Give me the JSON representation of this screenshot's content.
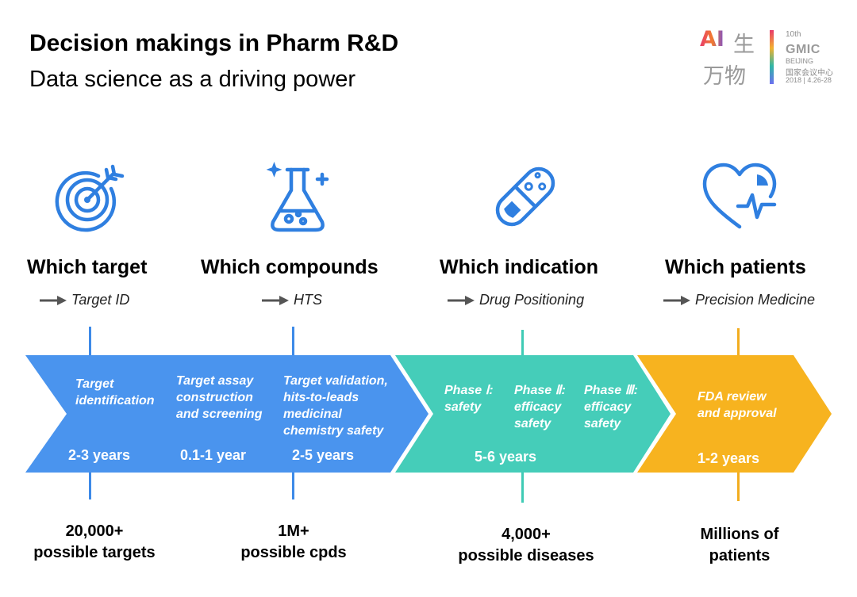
{
  "header": {
    "title": "Decision makings in Pharm R&D",
    "subtitle": "Data science as a driving power"
  },
  "logo": {
    "ai": "AI",
    "cn_top": "生",
    "cn_bottom": "万物",
    "edition": "10th",
    "gmic": "GMIC",
    "city": "BEIJING",
    "venue": "国家会议中心",
    "date": "2018 | 4.26-28"
  },
  "stages": [
    {
      "title": "Which target",
      "sub": "Target ID",
      "icon": "target-icon"
    },
    {
      "title": "Which compounds",
      "sub": "HTS",
      "icon": "flask-icon"
    },
    {
      "title": "Which indication",
      "sub": "Drug Positioning",
      "icon": "capsule-icon"
    },
    {
      "title": "Which patients",
      "sub": "Precision Medicine",
      "icon": "heart-icon"
    }
  ],
  "chevrons": {
    "discovery": {
      "color": "#4a94ee",
      "steps": [
        {
          "label": [
            "Target",
            "identification"
          ],
          "duration": "2-3 years"
        },
        {
          "label": [
            "Target assay",
            "construction",
            "and screening"
          ],
          "duration": "0.1-1 year"
        },
        {
          "label": [
            "Target validation,",
            "hits-to-leads",
            "medicinal",
            "chemistry safety"
          ],
          "duration": "2-5 years"
        }
      ]
    },
    "clinical": {
      "color": "#45cdb9",
      "steps": [
        {
          "label": [
            "Phase Ⅰ:",
            "safety"
          ]
        },
        {
          "label": [
            "Phase Ⅱ:",
            "efficacy",
            "safety"
          ]
        },
        {
          "label": [
            "Phase Ⅲ:",
            "efficacy",
            "safety"
          ]
        }
      ],
      "duration": "5-6 years"
    },
    "approval": {
      "color": "#f7b31f",
      "label": [
        "FDA review",
        "and approval"
      ],
      "duration": "1-2 years"
    }
  },
  "bottom": [
    {
      "line1": "20,000+",
      "line2": "possible targets"
    },
    {
      "line1": "1M+",
      "line2": "possible cpds"
    },
    {
      "line1": "4,000+",
      "line2": "possible diseases"
    },
    {
      "line1": "Millions of",
      "line2": "patients"
    }
  ],
  "colors": {
    "icon": "#2f7fe0",
    "line_blue": "#3d8ae8",
    "line_teal": "#3fcbb5",
    "line_orange": "#f2ad20",
    "arrow": "#555555"
  }
}
